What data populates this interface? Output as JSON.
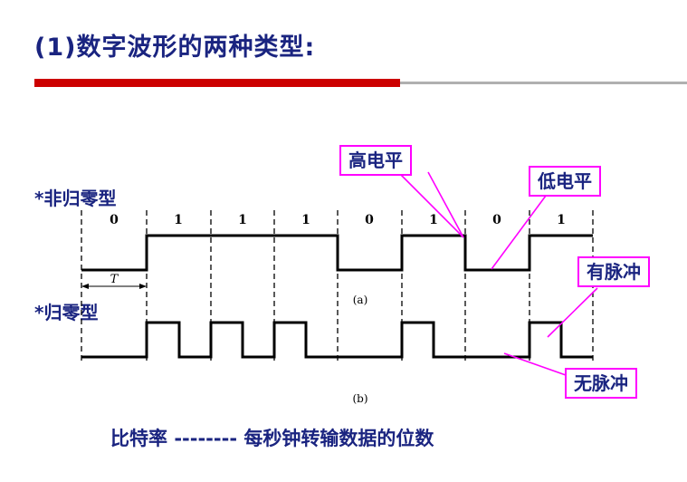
{
  "title": "(1)数字波形的两种类型:",
  "nrz_label": "*非归零型",
  "rz_label": "*归零型",
  "bits": [
    "0",
    "1",
    "1",
    "1",
    "0",
    "1",
    "0",
    "1"
  ],
  "period_label": "T",
  "caption_a": "(a)",
  "caption_b": "(b)",
  "callouts": {
    "high_level": "高电平",
    "low_level": "低电平",
    "has_pulse": "有脉冲",
    "no_pulse": "无脉冲"
  },
  "bitrate": {
    "term": "比特率",
    "dashes": "--------",
    "definition": "每秒钟转输数据的位数"
  },
  "colors": {
    "accent_red": "#cc0000",
    "callout_border": "#ff00ff",
    "text_navy": "#1a2480"
  }
}
